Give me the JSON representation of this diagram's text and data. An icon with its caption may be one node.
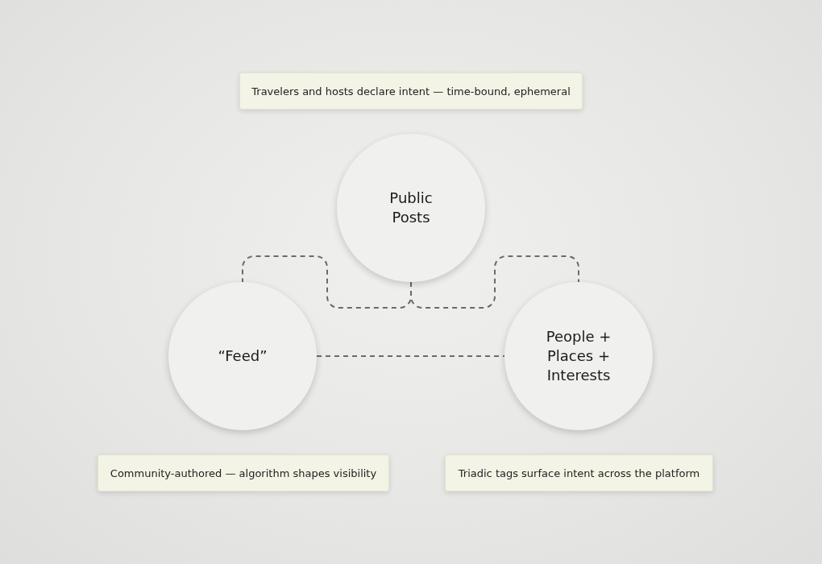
{
  "diagram": {
    "nodes": [
      {
        "text": [
          "Travelers and hosts declare intent — time-bound, ephemeral"
        ]
      },
      {
        "text": [
          "Public Posts"
        ]
      },
      {
        "text": [
          "“Feed”"
        ]
      },
      {
        "text": [
          "People + Places + Interests"
        ]
      },
      {
        "text": [
          "Community-authored — algorithm shapes visibility"
        ]
      },
      {
        "text": [
          "Triadic tags surface intent across the platform"
        ]
      }
    ],
    "edges": [
      {
        "from": 1,
        "to": 2,
        "arrow": "none",
        "style": "dashed"
      },
      {
        "from": 1,
        "to": 3,
        "arrow": "none",
        "style": "dashed"
      },
      {
        "from": 2,
        "to": 3,
        "arrow": "none",
        "style": "dashed"
      }
    ]
  }
}
